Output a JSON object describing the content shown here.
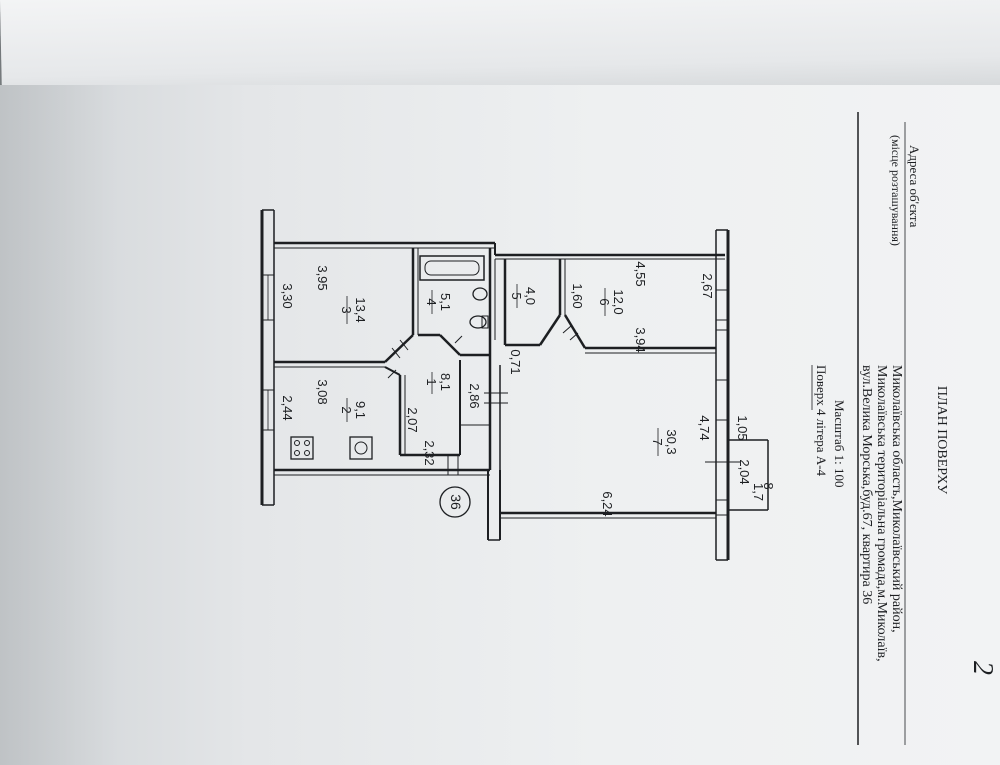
{
  "header": {
    "title": "ПЛАН ПОВЕРХУ",
    "address_label": "Адреса об'єкта",
    "location_label": "(місце розташування)",
    "address_lines": [
      "Миколаївська область,Миколаївський район,",
      "Миколаївська територіальна громада,м.Миколаїв,",
      "вул.Велика Морська,буд.67, квартира 36"
    ],
    "scale": "Масштаб 1: 100",
    "floor_line": "Поверх 4   літера А-4"
  },
  "rooms": [
    {
      "number": "1",
      "area": "8,1"
    },
    {
      "number": "2",
      "area": "9,1"
    },
    {
      "number": "3",
      "area": "13,4"
    },
    {
      "number": "4",
      "area": "5,1"
    },
    {
      "number": "5",
      "area": "4,0"
    },
    {
      "number": "6",
      "area": "12,0"
    },
    {
      "number": "7",
      "area": "30,3"
    },
    {
      "number": "8",
      "area": "1,7"
    }
  ],
  "dimensions": {
    "d395": "3,95",
    "d330": "3,30",
    "d308": "3,08",
    "d244": "2,44",
    "d207": "2,07",
    "d232": "2,32",
    "d286": "2,86",
    "d160": "1,60",
    "d071": "0,71",
    "d455": "4,55",
    "d267": "2,67",
    "d394": "3,94",
    "d474": "4,74",
    "d105": "1,05",
    "d204": "2,04",
    "d624": "6,24"
  },
  "apartment_number": "36",
  "page_number": "2"
}
